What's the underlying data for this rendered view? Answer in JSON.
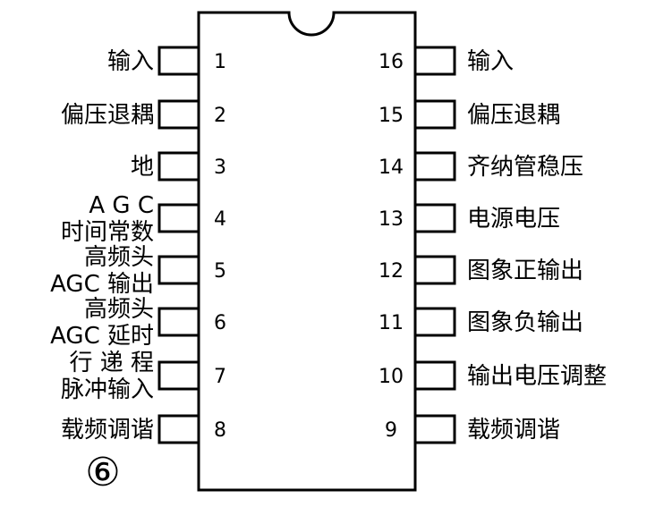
{
  "ic": {
    "left_pins": [
      {
        "number": "1",
        "label": [
          "输入"
        ]
      },
      {
        "number": "2",
        "label": [
          "偏压退耦"
        ]
      },
      {
        "number": "3",
        "label": [
          "地"
        ]
      },
      {
        "number": "4",
        "label": [
          "A G C",
          "时间常数"
        ]
      },
      {
        "number": "5",
        "label": [
          "高频头",
          "AGC 输出"
        ]
      },
      {
        "number": "6",
        "label": [
          "高频头",
          "AGC 延时"
        ]
      },
      {
        "number": "7",
        "label": [
          "行 递 程",
          "脉冲输入"
        ]
      },
      {
        "number": "8",
        "label": [
          "载频调谐"
        ]
      }
    ],
    "right_pins": [
      {
        "number": "16",
        "label": [
          "输入"
        ]
      },
      {
        "number": "15",
        "label": [
          "偏压退耦"
        ]
      },
      {
        "number": "14",
        "label": [
          "齐纳管稳压"
        ]
      },
      {
        "number": "13",
        "label": [
          "电源电压"
        ]
      },
      {
        "number": "12",
        "label": [
          "图象正输出"
        ]
      },
      {
        "number": "11",
        "label": [
          "图象负输出"
        ]
      },
      {
        "number": "10",
        "label": [
          "输出电压调整"
        ]
      },
      {
        "number": "9",
        "label": [
          "载频调谐"
        ]
      }
    ],
    "figure_mark": "⑥"
  }
}
